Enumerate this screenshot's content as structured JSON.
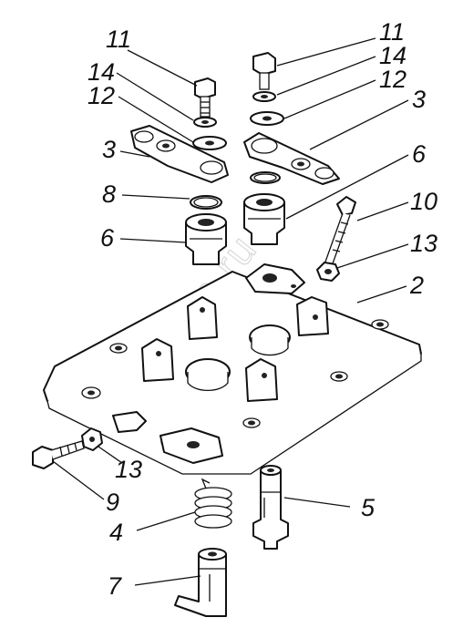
{
  "watermark": "zap-kam.ru",
  "labels": {
    "l11a": "11",
    "l14a": "14",
    "l12a": "12",
    "l3a": "3",
    "l8": "8",
    "l6a": "6",
    "l11b": "11",
    "l14b": "14",
    "l12b": "12",
    "l3b": "3",
    "l6b": "6",
    "l10": "10",
    "l13a": "13",
    "l2": "2",
    "l13b": "13",
    "l9": "9",
    "l5": "5",
    "l4": "4",
    "l7": "7"
  }
}
